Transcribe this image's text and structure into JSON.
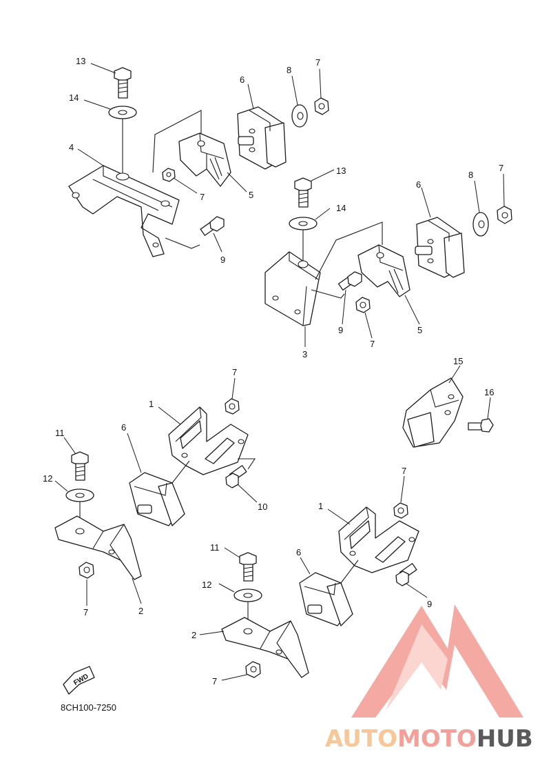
{
  "diagram": {
    "part_code": "8CH100-7250",
    "fwd_label": "FWD",
    "watermark": {
      "text_parts": [
        "AUTO",
        "MOTO",
        "HUB"
      ],
      "colors": [
        "#f7c79a",
        "#f4a09a",
        "#5a5a5a"
      ],
      "logo_color": "#f4a09a",
      "icon": "triangle-m-logo-icon"
    },
    "callouts": {
      "c1": "13",
      "c2": "14",
      "c3": "4",
      "c4": "6",
      "c5": "8",
      "c6": "7",
      "c7": "7",
      "c8": "5",
      "c9": "9",
      "c10": "13",
      "c11": "14",
      "c12": "6",
      "c13": "8",
      "c14": "7",
      "c15": "3",
      "c16": "9",
      "c17": "7",
      "c18": "5",
      "c19": "7",
      "c20": "1",
      "c21": "6",
      "c22": "11",
      "c23": "12",
      "c24": "10",
      "c25": "7",
      "c26": "2",
      "c27": "15",
      "c28": "16",
      "c29": "7",
      "c30": "1",
      "c31": "11",
      "c32": "6",
      "c33": "12",
      "c34": "9",
      "c35": "2",
      "c36": "7"
    }
  }
}
